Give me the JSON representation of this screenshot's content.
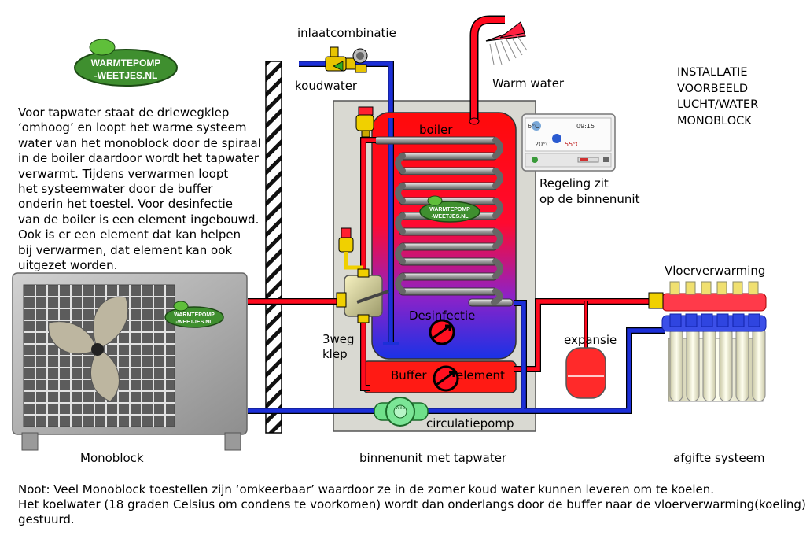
{
  "intro_lines": [
    "Voor tapwater staat de driewegklep",
    "‘omhoog’ en loopt het warme systeem",
    "water van het monoblock door de spiraal",
    "in de boiler daardoor wordt het tapwater",
    "verwarmt. Tijdens verwarmen loopt",
    "het systeemwater door de buffer",
    "onderin het toestel. Voor desinfectie",
    "van de boiler is een element ingebouwd.",
    "Ook is er een element dat kan helpen",
    "bij verwarmen, dat element kan ook",
    "uitgezet worden."
  ],
  "title_lines": [
    "INSTALLATIE",
    "VOORBEELD",
    "LUCHT/WATER",
    "MONOBLOCK"
  ],
  "logo": {
    "line1": "WARMTEPOMP",
    "line2": "-WEETJES.NL"
  },
  "labels": {
    "inlaatcombinatie": "inlaatcombinatie",
    "koudwater": "koudwater",
    "warm_water": "Warm water",
    "boiler": "boiler",
    "desinfectie": "Desinfectie",
    "buffer": "Buffer",
    "element": "element",
    "driewegklep_1": "3weg",
    "driewegklep_2": "klep",
    "circulatiepomp": "circulatiepomp",
    "expansie": "expansie",
    "vloerverwarming": "Vloerverwarming",
    "monoblock": "Monoblock",
    "binnenunit": "binnenunit met tapwater",
    "afgifte": "afgifte systeem",
    "regeling_1": "Regeling zit",
    "regeling_2": "op de binnenunit",
    "pump_brand": "Wilo"
  },
  "controller": {
    "temp_out": "6°C",
    "time": "09:15",
    "temp_room": "20°C",
    "temp_water": "55°C"
  },
  "note_lines": [
    "Noot: Veel Monoblock toestellen zijn ‘omkeerbaar’ waardoor ze in de zomer koud water kunnen leveren om te koelen.",
    "Het koelwater (18 graden Celsius om condens te voorkomen) wordt dan onderlangs door de buffer naar de vloerverwarming(koeling)",
    "gestuurd."
  ],
  "colors": {
    "hot": "#ff0a1e",
    "cold": "#1c2fd8",
    "casing": "#d9d9d2",
    "logo_green": "#3f8f2f",
    "monoblock_gray": "#a7a7a7"
  }
}
